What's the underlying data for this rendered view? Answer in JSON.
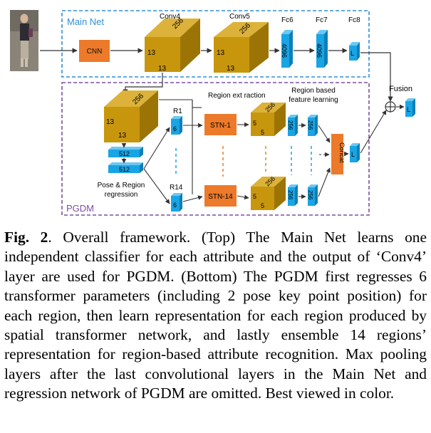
{
  "main_net": {
    "title": "Main Net",
    "cnn": "CNN",
    "conv4": "Conv4",
    "conv5": "Conv5",
    "fc6": "Fc6",
    "fc7": "Fc7",
    "fc8": "Fc8",
    "conv4_depth": "256",
    "conv4_w": "13",
    "conv4_h": "13",
    "conv5_depth": "256",
    "conv5_w": "13",
    "conv5_h": "13",
    "fc6_size": "4096",
    "fc7_size": "4096",
    "fc8_size": "L"
  },
  "pgdm": {
    "title": "PGDM",
    "cube_depth": "256",
    "cube_w": "13",
    "cube_h": "13",
    "fc_a": "512",
    "fc_b": "512",
    "regression_label_1": "Pose & Region",
    "regression_label_2": "regression",
    "region_first": "R1",
    "region_last": "R14",
    "region_param": "6",
    "region_extraction": "Region ext raction",
    "feature_learning_1": "Region based",
    "feature_learning_2": "feature learning",
    "stn_first": "STN-1",
    "stn_last": "STN-14",
    "small_depth": "256",
    "small_w": "5",
    "small_h": "5",
    "fc_region": "256",
    "concat": "Concat",
    "output": "L"
  },
  "fusion": {
    "label": "Fusion",
    "output": "L"
  },
  "caption": {
    "label": "Fig. 2",
    "text": ". Overall framework. (Top) The Main Net learns one independent classifier for each attribute and the output of ‘Conv4’ layer are used for PGDM. (Bottom) The PGDM first regresses 6 transformer parameters (including 2 pose key point position) for each region, then learn representation for each region produced by spatial transformer network, and lastly ensemble 14 regions’ representation for region-based attribute recognition. Max pooling layers after the last convolutional layers in the Main Net and regression network of PGDM are omitted. Best viewed in color."
  },
  "colors": {
    "main_border": "#2f8fd6",
    "pgdm_border": "#7d4ea0",
    "cube_front": "#c8960c",
    "cube_top": "#dcb23a",
    "cube_side": "#9c7406",
    "orange_box": "#ec7a2a",
    "blue_front": "#19a4e4",
    "blue_top": "#6cc8f2",
    "blue_side": "#0d7fb8"
  }
}
